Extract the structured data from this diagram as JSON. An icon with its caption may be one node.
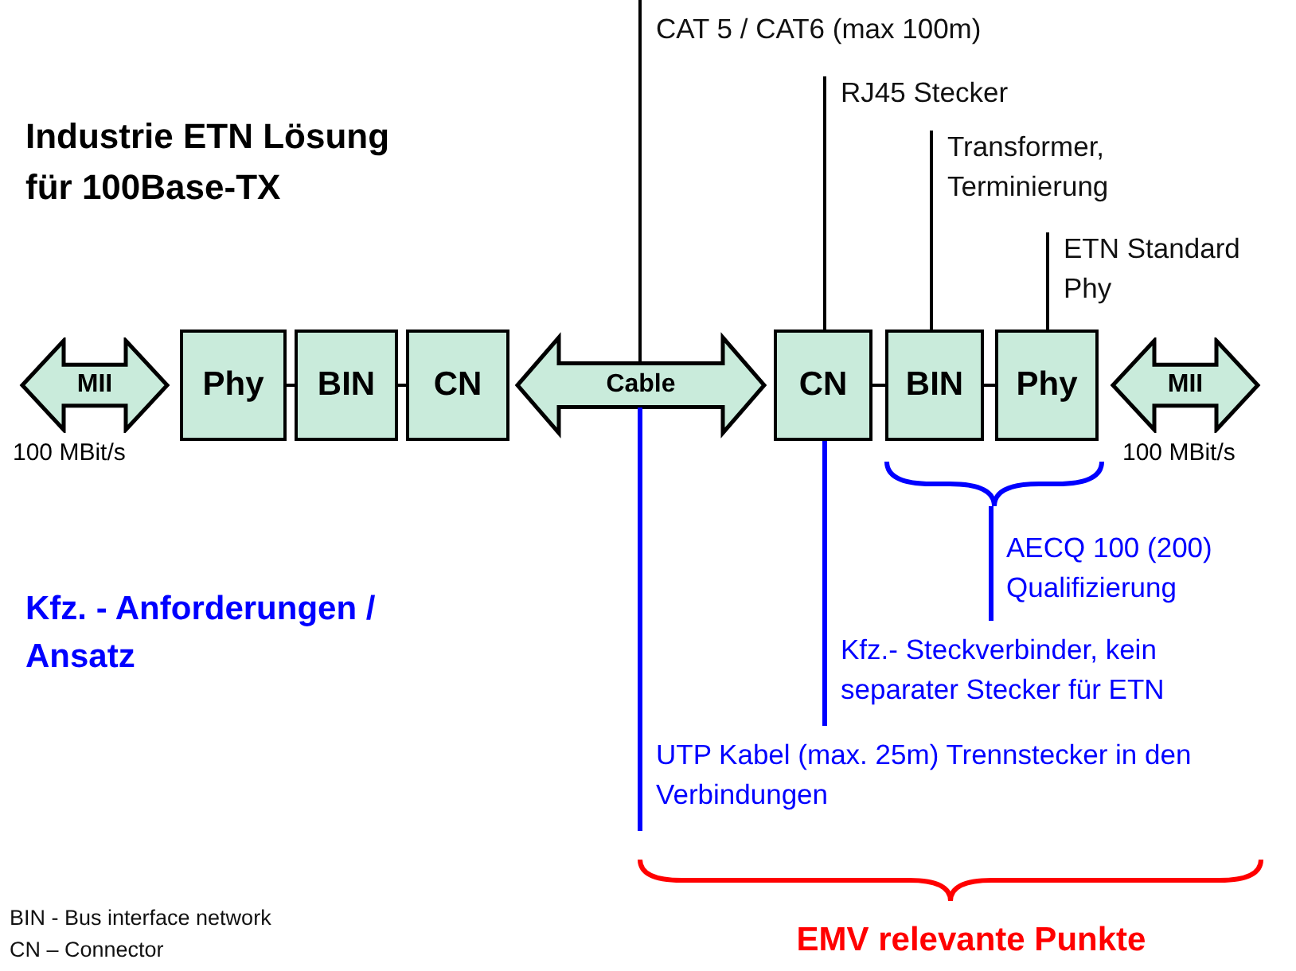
{
  "diagram": {
    "title": "Industrie ETN Lösung für 100Base-TX",
    "nodes": [
      {
        "text": [
          "MII"
        ],
        "beside": [
          "100 MBit/s"
        ]
      },
      {
        "text": [
          "Phy"
        ]
      },
      {
        "text": [
          "BIN"
        ]
      },
      {
        "text": [
          "CN"
        ]
      },
      {
        "text": [
          "CN"
        ]
      },
      {
        "text": [
          "BIN"
        ]
      },
      {
        "text": [
          "Phy"
        ]
      },
      {
        "text": [
          "MII"
        ],
        "beside": [
          "100 MBit/s"
        ]
      },
      {
        "text": [
          "CAT 5 / CAT6 (max 100m)"
        ]
      },
      {
        "text": [
          "RJ45 Stecker"
        ]
      },
      {
        "text": [
          "Transformer, Terminierung"
        ]
      },
      {
        "text": [
          "ETN Standard Phy"
        ]
      },
      {
        "text": [
          "AECQ 100 (200) Qualifizierung"
        ]
      },
      {
        "text": [
          "Kfz.- Steckverbinder, kein separater Stecker für ETN"
        ]
      },
      {
        "text": [
          "UTP Kabel (max. 25m) Trennstecker in den Verbindungen"
        ]
      },
      {
        "text": [
          "EMV relevante Punkte"
        ]
      },
      {
        "text": [],
        "shape": "brace"
      }
    ],
    "edges": [
      {
        "from": 1,
        "to": 2,
        "arrow": "none"
      },
      {
        "from": 2,
        "to": 3,
        "arrow": "none"
      },
      {
        "from": 4,
        "to": 5,
        "arrow": "none"
      },
      {
        "from": 5,
        "to": 6,
        "arrow": "none"
      },
      {
        "from": 3,
        "to": 4,
        "arrow": "both",
        "label": "Cable",
        "style": "thick"
      },
      {
        "from": 8,
        "to": null,
        "arrow": "none"
      },
      {
        "from": 9,
        "to": 4,
        "arrow": "none"
      },
      {
        "from": 10,
        "to": 5,
        "arrow": "none"
      },
      {
        "from": 11,
        "to": 6,
        "arrow": "none"
      },
      {
        "from": 12,
        "to": 16,
        "arrow": "none",
        "color": "#0000ff"
      },
      {
        "from": 13,
        "to": 4,
        "arrow": "none",
        "color": "#0000ff"
      },
      {
        "from": 14,
        "to": null,
        "arrow": "none",
        "color": "#0000ff"
      }
    ],
    "labels": [
      "Kfz. - Anforderungen / Ansatz",
      "BIN - Bus interface network",
      "CN – Connector"
    ]
  }
}
